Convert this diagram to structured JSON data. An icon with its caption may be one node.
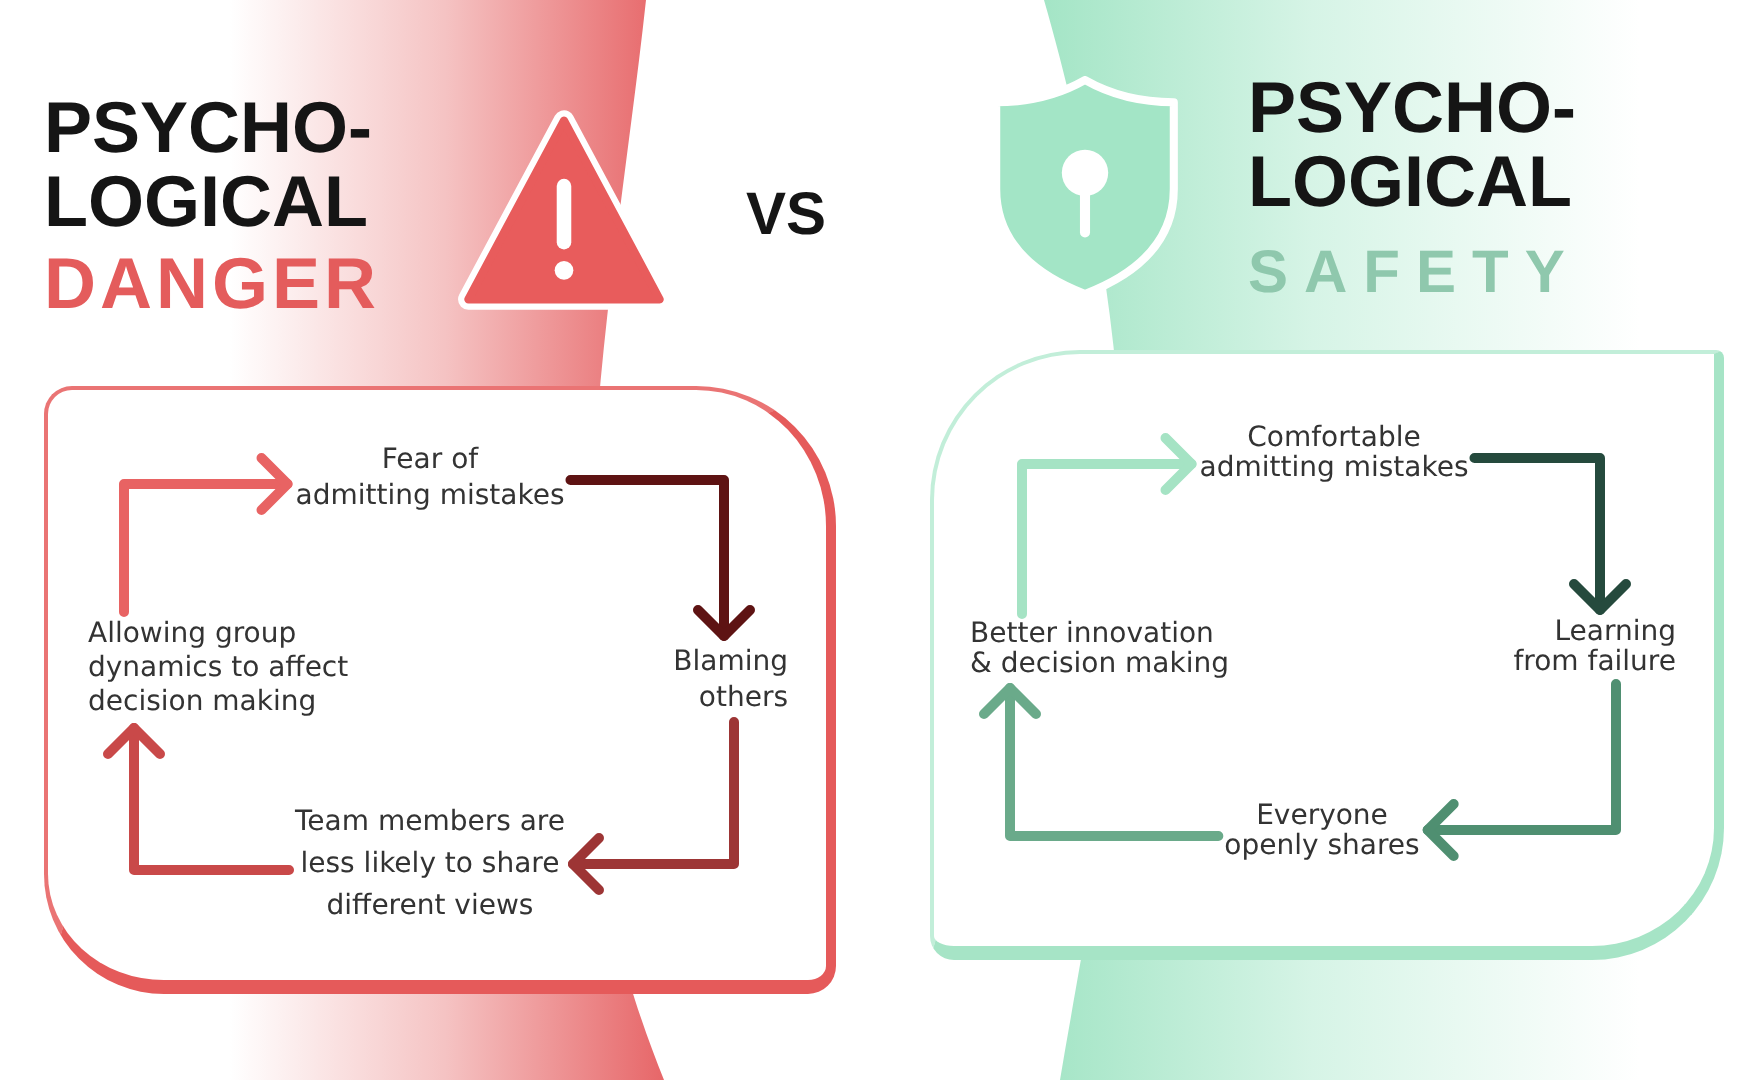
{
  "diagram": {
    "nodes": [
      {
        "text": [],
        "shape": "box"
      },
      {
        "text": [
          "Fear of admitting mistakes"
        ],
        "in": 0
      },
      {
        "text": [
          "Blaming others"
        ],
        "in": 0
      },
      {
        "text": [
          "Team members are less likely to share different views"
        ],
        "in": 0
      },
      {
        "text": [
          "Allowing group dynamics to affect decision making"
        ],
        "in": 0
      },
      {
        "text": [],
        "shape": "box"
      },
      {
        "text": [
          "Comfortable admitting mistakes"
        ],
        "in": 5
      },
      {
        "text": [
          "Learning from failure"
        ],
        "in": 5
      },
      {
        "text": [
          "Everyone openly shares"
        ],
        "in": 5
      },
      {
        "text": [
          "Better innovation & decision making"
        ],
        "in": 5
      }
    ],
    "edges": [
      {
        "from": 1,
        "to": 2,
        "arrow": "to",
        "color": "#5e1313"
      },
      {
        "from": 2,
        "to": 3,
        "arrow": "to",
        "color": "#9d3535"
      },
      {
        "from": 3,
        "to": 4,
        "arrow": "to",
        "color": "#c94949"
      },
      {
        "from": 4,
        "to": 1,
        "arrow": "to",
        "color": "#e86363"
      },
      {
        "from": 6,
        "to": 7,
        "arrow": "to",
        "color": "#254a3d"
      },
      {
        "from": 7,
        "to": 8,
        "arrow": "to",
        "color": "#4f8f71"
      },
      {
        "from": 8,
        "to": 9,
        "arrow": "to",
        "color": "#6aaa8a"
      },
      {
        "from": 9,
        "to": 6,
        "arrow": "to",
        "color": "#a5e3c4"
      }
    ],
    "labels": [
      "PSYCHO- LOGICAL",
      "DANGER",
      "VS",
      "PSYCHO- LOGICAL",
      "SAFETY"
    ]
  }
}
